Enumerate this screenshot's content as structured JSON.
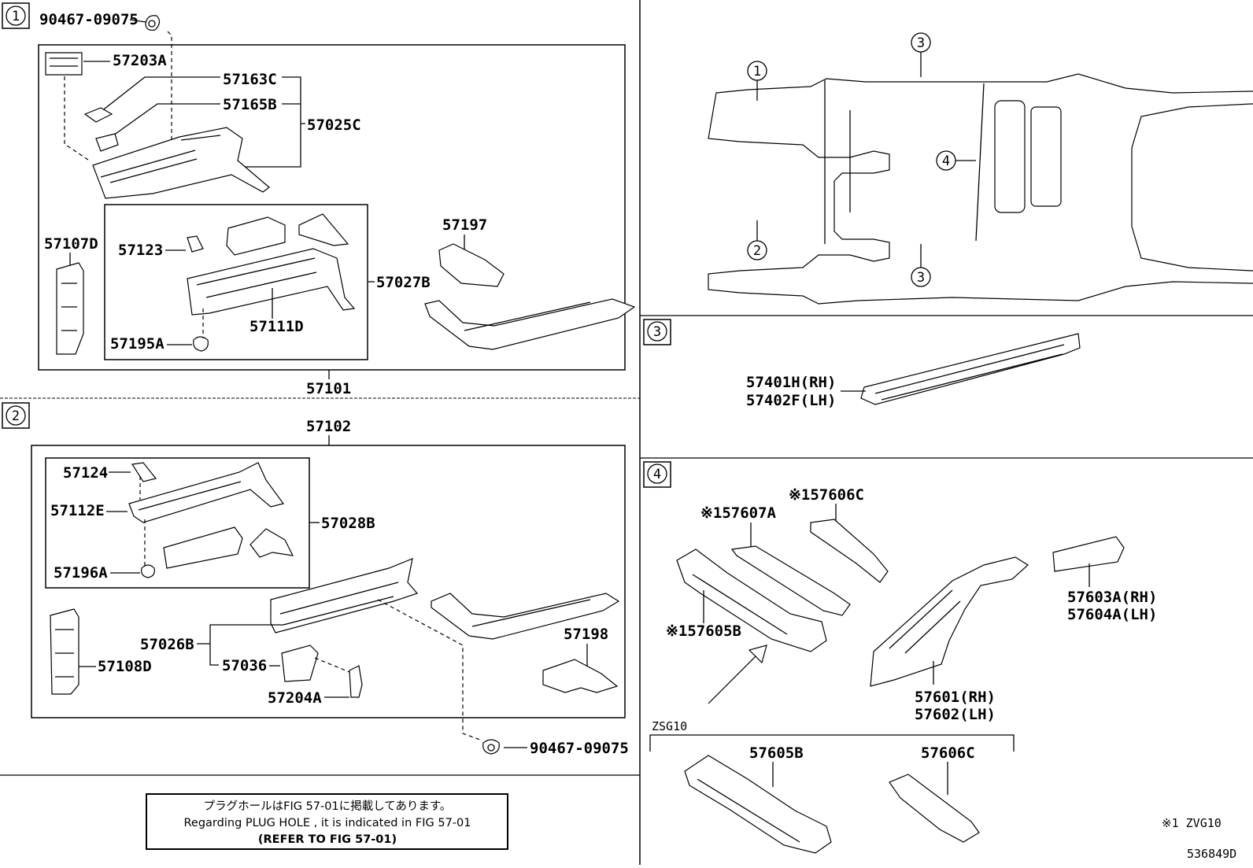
{
  "sections": {
    "s1": {
      "tag": "1",
      "parts": {
        "p90467a": "90467-09075",
        "p57203A": "57203A",
        "p57163C": "57163C",
        "p57165B": "57165B",
        "p57025C": "57025C",
        "p57107D": "57107D",
        "p57123": "57123",
        "p57197": "57197",
        "p57027B": "57027B",
        "p57111D": "57111D",
        "p57195A": "57195A",
        "p57101": "57101"
      }
    },
    "s2": {
      "tag": "2",
      "parts": {
        "p57102": "57102",
        "p57124": "57124",
        "p57112E": "57112E",
        "p57028B": "57028B",
        "p57196A": "57196A",
        "p57026B": "57026B",
        "p57108D": "57108D",
        "p57036": "57036",
        "p57204A": "57204A",
        "p57198": "57198",
        "p90467b": "90467-09075"
      }
    },
    "overview": {
      "callout1": "1",
      "callout2": "2",
      "callout3a": "3",
      "callout3b": "3",
      "callout4": "4"
    },
    "s3": {
      "tag": "3",
      "rh": "57401H(RH)",
      "lh": "57402F(LH)"
    },
    "s4": {
      "tag": "4",
      "p57607A": "※157607A",
      "p57606C": "※157606C",
      "p57605B": "※157605B",
      "p57603A": "57603A(RH)",
      "p57604A": "57604A(LH)",
      "p57601": "57601(RH)",
      "p57602": "57602(LH)",
      "zsg": "ZSG10",
      "z57605B": "57605B",
      "z57606C": "57606C",
      "note": "※1 ZVG10",
      "figno": "536849D"
    }
  },
  "notice": {
    "jp": "プラグホールはFIG 57-01に掲載してあります。",
    "en": "Regarding  PLUG  HOLE , it is indicated in  FIG  57-01",
    "ref": "(REFER  TO  FIG  57-01)"
  }
}
